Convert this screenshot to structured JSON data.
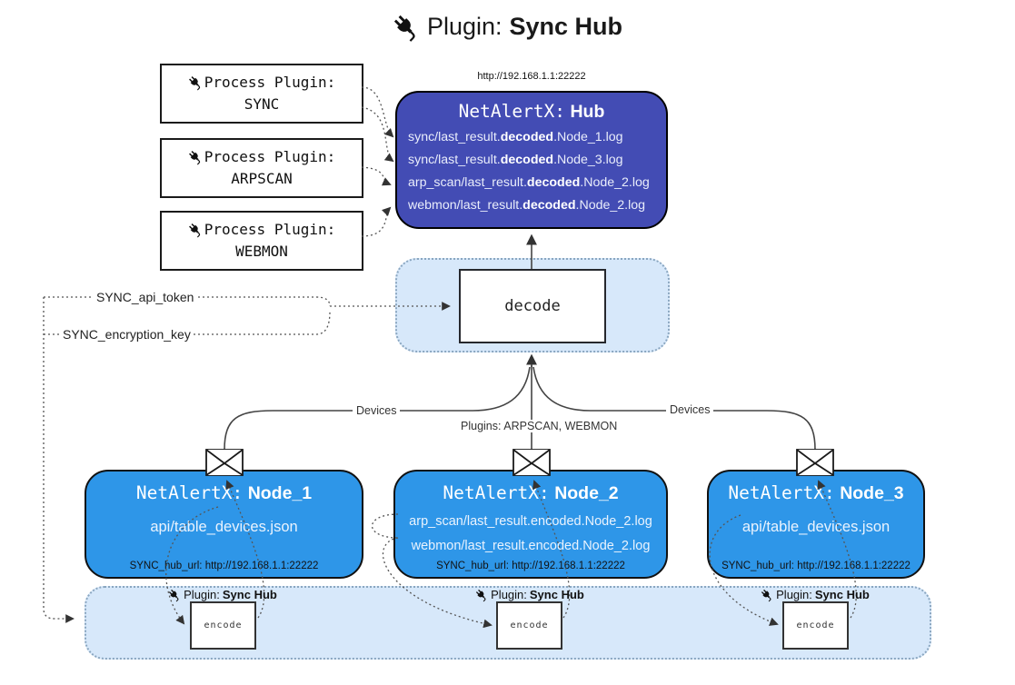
{
  "title": {
    "label": "Plugin:",
    "name": "Sync Hub"
  },
  "plugin_boxes": [
    {
      "line1": "Process Plugin:",
      "name": "SYNC"
    },
    {
      "line1": "Process Plugin:",
      "name": "ARPSCAN"
    },
    {
      "line1": "Process Plugin:",
      "name": "WEBMON"
    }
  ],
  "hub": {
    "url": "http://192.168.1.1:22222",
    "title_prefix": "NetAlertX:",
    "title_name": "Hub",
    "log_lines": [
      {
        "pre": "sync/last_result.",
        "bold": "decoded",
        "post": ".Node_1.log"
      },
      {
        "pre": "sync/last_result.",
        "bold": "decoded",
        "post": ".Node_3.log"
      },
      {
        "pre": "arp_scan/last_result.",
        "bold": "decoded",
        "post": ".Node_2.log"
      },
      {
        "pre": "webmon/last_result.",
        "bold": "decoded",
        "post": ".Node_2.log"
      }
    ]
  },
  "decode": {
    "label": "decode"
  },
  "secrets": {
    "api_token": "SYNC_api_token",
    "encryption_key": "SYNC_encryption_key"
  },
  "edges": {
    "devices_left": "Devices",
    "devices_right": "Devices",
    "plugins_center": "Plugins: ARPSCAN, WEBMON"
  },
  "nodes": [
    {
      "title_prefix": "NetAlertX:",
      "title_name": "Node_1",
      "lines": [
        "api/table_devices.json"
      ],
      "footer": "SYNC_hub_url: http://192.168.1.1:22222"
    },
    {
      "title_prefix": "NetAlertX:",
      "title_name": "Node_2",
      "lines": [
        "arp_scan/last_result.encoded.Node_2.log",
        "webmon/last_result.encoded.Node_2.log"
      ],
      "footer": "SYNC_hub_url: http://192.168.1.1:22222"
    },
    {
      "title_prefix": "NetAlertX:",
      "title_name": "Node_3",
      "lines": [
        "api/table_devices.json"
      ],
      "footer": "SYNC_hub_url: http://192.168.1.1:22222"
    }
  ],
  "encode": {
    "label": "encode",
    "plugin_label": "Plugin:",
    "plugin_name": "Sync Hub"
  },
  "colors": {
    "hub_bg": "#434CB4",
    "node_bg": "#2E96E8",
    "panel_bg": "#D7E8FA",
    "panel_border": "#8AA6C0"
  }
}
